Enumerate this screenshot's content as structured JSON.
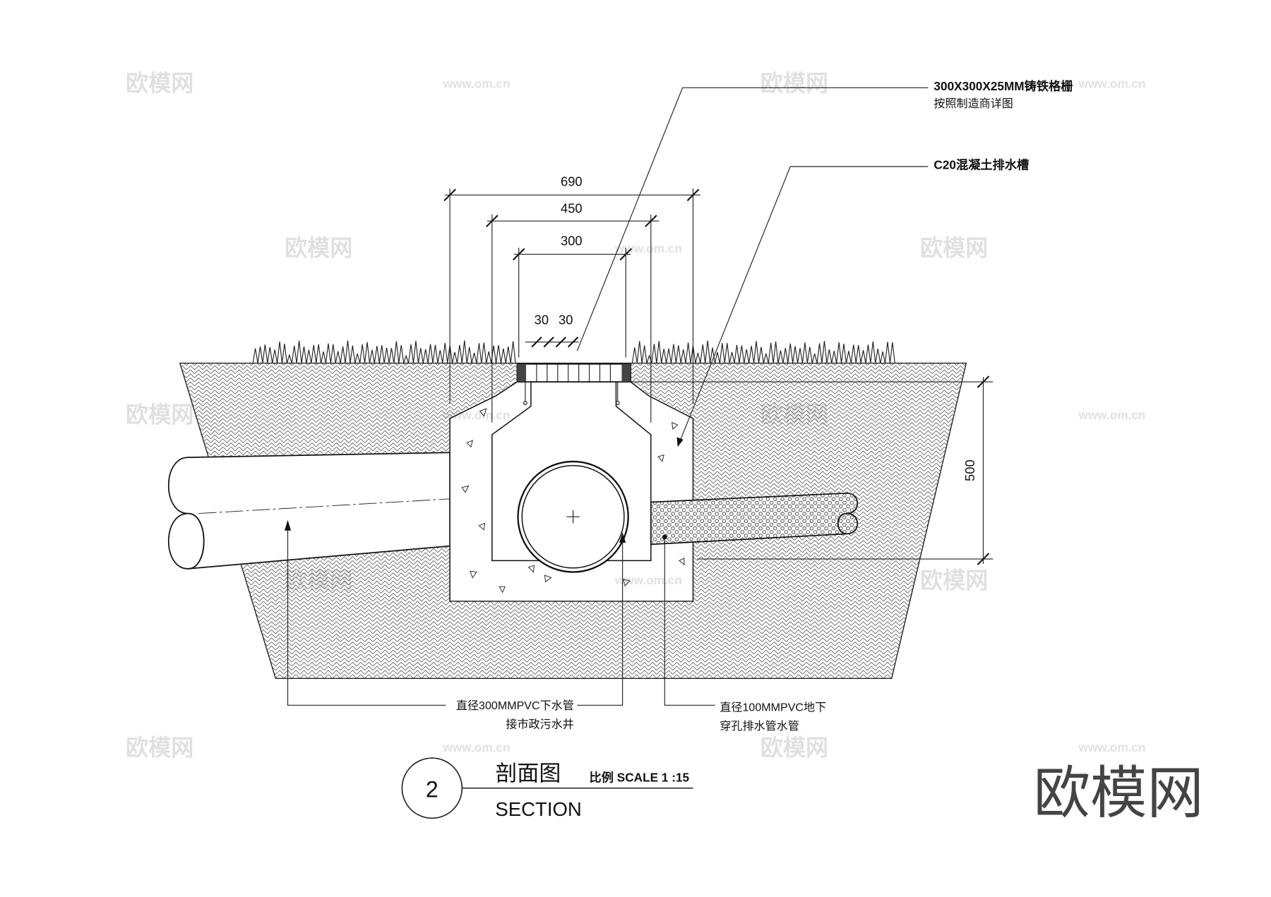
{
  "labels": {
    "grating_line1": "300X300X25MM铸铁格栅",
    "grating_line2": "按照制造商详图",
    "channel": "C20混凝土排水槽",
    "main_pipe_line1": "直径300MMPVC下水管",
    "main_pipe_line2": "接市政污水井",
    "drain_pipe_line1": "直径100MMPVC地下",
    "drain_pipe_line2": "穿孔排水管水管"
  },
  "dimensions": {
    "overall_width": "690",
    "channel_width": "450",
    "grating_width": "300",
    "frame_left": "30",
    "frame_right": "30",
    "depth": "500"
  },
  "title": {
    "number": "2",
    "name_cn": "剖面图",
    "scale": "比例 SCALE 1 :15",
    "name_en": "SECTION"
  },
  "watermark": {
    "logo": "欧模网",
    "site": "www.om.cn"
  }
}
